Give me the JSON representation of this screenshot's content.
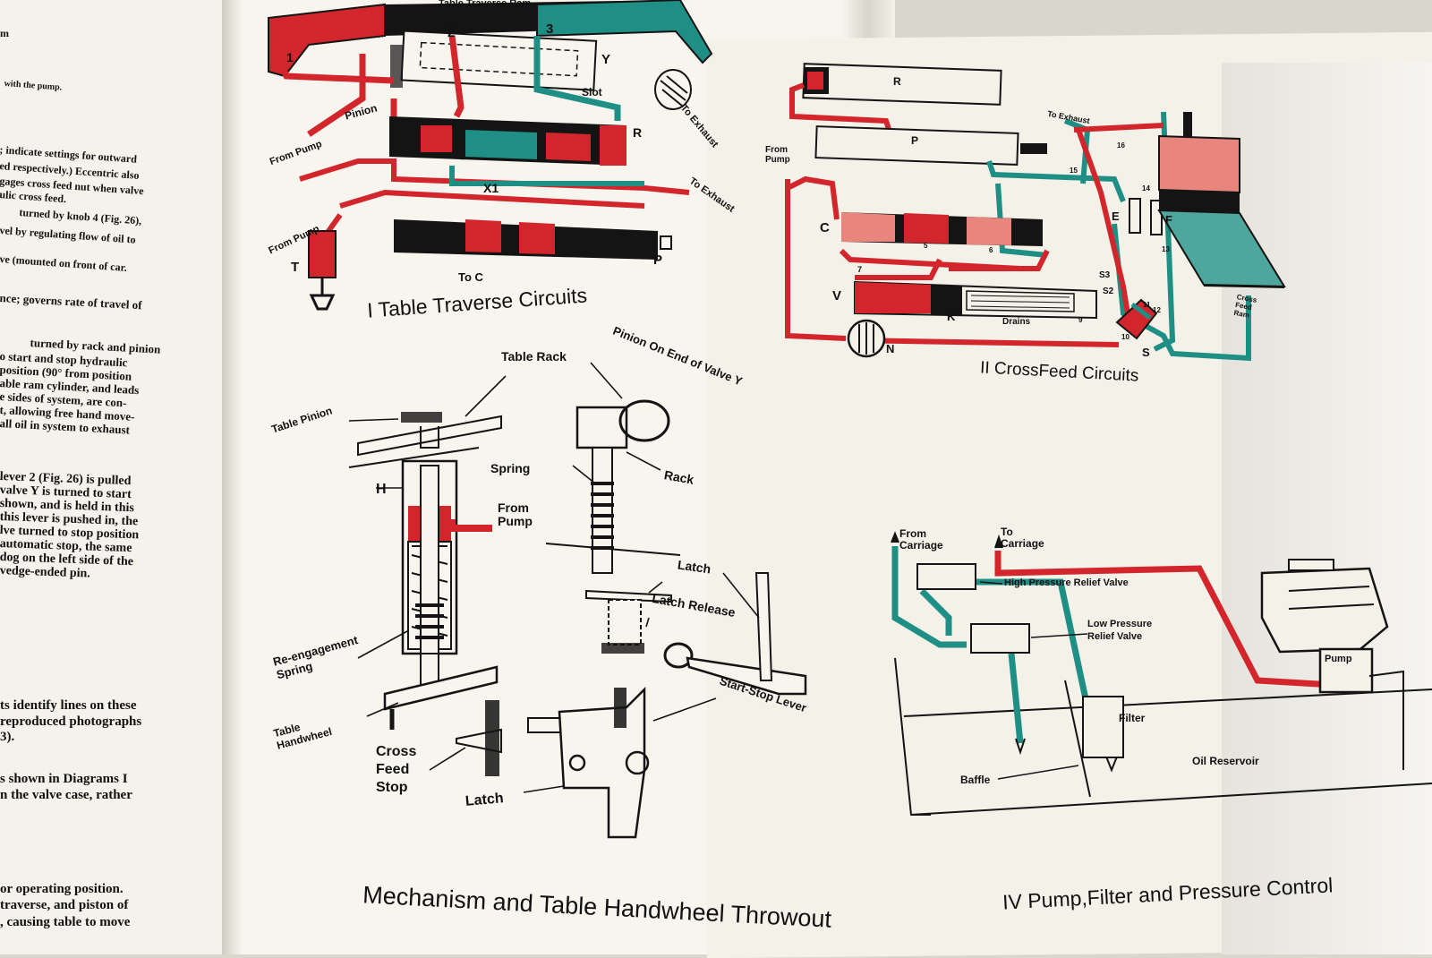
{
  "left_text": [
    "m",
    "with the pump.",
    "; indicate settings for outward",
    "ed respectively.) Eccentric also",
    "gages cross feed nut when valve",
    "ulic cross feed.",
    "turned by knob 4 (Fig. 26),",
    "vel by regulating flow of oil to",
    "ve (mounted on front of car.",
    "nce; governs rate of travel of",
    "turned by rack and pinion",
    "o start and stop hydraulic",
    "position (90° from position",
    "able ram cylinder, and leads",
    "e sides of system, are con-",
    "t, allowing free hand move-",
    "all oil in system to exhaust",
    "lever 2 (Fig. 26) is pulled",
    "valve Y is turned to start",
    "shown, and is held in this",
    "this lever is pushed in, the",
    "lve turned to stop position",
    "automatic stop, the same",
    "dog on the left side of the",
    "vedge-ended pin.",
    "ts identify lines on these",
    "reproduced photographs",
    "3).",
    "s shown in Diagrams I",
    "n the valve case, rather",
    "or operating position.",
    "traverse, and piston of",
    ", causing table to move"
  ],
  "diagram1": {
    "top_label": "Table Traverse Ram",
    "labels": [
      "1",
      "2",
      "3",
      "Y",
      "Slot",
      "To Exhaust",
      "Pinion",
      "From Pump",
      "R",
      "X1",
      "To Exhaust",
      "From Pump",
      "T",
      "To C",
      "P"
    ],
    "title": "I Table Traverse Circuits"
  },
  "diagram2": {
    "labels": [
      "Table Rack",
      "Pinion On End of Valve Y",
      "Table Pinion",
      "H",
      "Spring",
      "Rack",
      "From Pump",
      "Latch",
      "Latch Release",
      "Re-engagement Spring",
      "Start-Stop Lever",
      "Table Handwheel",
      "Cross Feed Stop",
      "Latch"
    ],
    "title": "Mechanism and Table Handwheel Throwout"
  },
  "diagram3": {
    "labels": [
      "R",
      "To Exhaust",
      "P",
      "From Pump",
      "16",
      "15",
      "14",
      "E",
      "F",
      "13",
      "C",
      "5",
      "6",
      "7",
      "S3",
      "S2",
      "11",
      "12",
      "V",
      "K",
      "Drains",
      "9",
      "10",
      "S",
      "N",
      "Cross Feed Ram"
    ],
    "title": "II CrossFeed Circuits"
  },
  "diagram4": {
    "labels": [
      "From Carriage",
      "To Carriage",
      "High Pressure Relief Valve",
      "Low Pressure Relief Valve",
      "Pump",
      "Filter",
      "Oil Reservoir",
      "Baffle"
    ],
    "title": "IV Pump,Filter and Pressure Control"
  },
  "colors": {
    "red": "#d2262c",
    "teal": "#1f8f86",
    "salmon": "#e8857d",
    "mint": "#4fa69c",
    "ink": "#141414"
  }
}
